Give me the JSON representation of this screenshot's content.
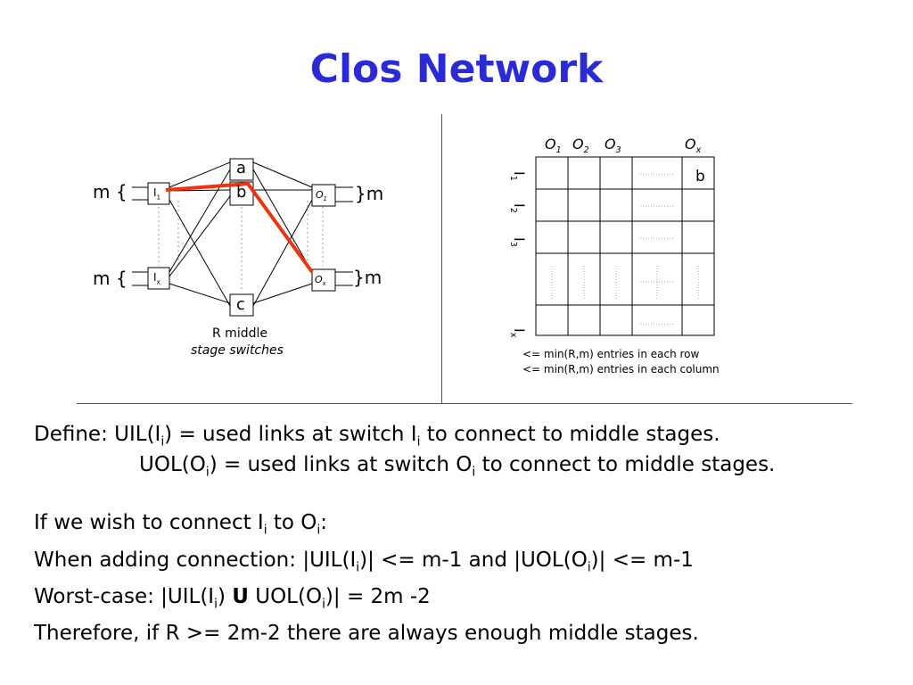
{
  "title": "Clos Network",
  "left_diagram": {
    "brace_m": "m {",
    "brace_m_right": "}m",
    "input_top": {
      "base": "I",
      "sub": "1"
    },
    "input_bottom": {
      "base": "I",
      "sub": "x"
    },
    "output_top": {
      "base": "O",
      "sub": "1"
    },
    "output_bottom": {
      "base": "O",
      "sub": "x"
    },
    "middle_a": "a",
    "middle_b": "b",
    "middle_c": "c",
    "caption_line1": "R middle",
    "caption_line2": "stage switches",
    "highlight_color": "#ee3311"
  },
  "right_diagram": {
    "col_headers": [
      {
        "base": "O",
        "sub": "1"
      },
      {
        "base": "O",
        "sub": "2"
      },
      {
        "base": "O",
        "sub": "3"
      },
      {
        "base": "O",
        "sub": "x"
      }
    ],
    "row_headers": [
      {
        "base": "I",
        "sub": "1"
      },
      {
        "base": "I",
        "sub": "2"
      },
      {
        "base": "I",
        "sub": "3"
      },
      {
        "base": "I",
        "sub": "x"
      }
    ],
    "cell_entry": "b",
    "note_row": "<= min(R,m) entries in each row",
    "note_col": "<= min(R,m) entries in each column"
  },
  "body": {
    "define_label": "Define:  UIL(I",
    "define_sub": "i",
    "define_rest": ") = used links at switch I",
    "define_sub2": "i",
    "define_end": " to connect to middle stages.",
    "uol_a": "UOL(O",
    "uol_sub": "i",
    "uol_b": ") = used links at switch O",
    "uol_sub2": "i",
    "uol_end": " to connect to middle stages.",
    "wish_a": "If we wish to connect I",
    "wish_sub": "i",
    "wish_b": " to O",
    "wish_sub2": "i",
    "wish_end": ":",
    "adding_a": "When adding connection: |UIL(I",
    "adding_sub": "i",
    "adding_b": ")| <= m-1 and |UOL(O",
    "adding_sub2": "i",
    "adding_end": ")|  <= m-1",
    "worst_a": "Worst-case: |UIL(I",
    "worst_sub": "i",
    "worst_b": ") ",
    "worst_union": "U",
    "worst_c": " UOL(O",
    "worst_sub2": "i",
    "worst_end": ")| = 2m -2",
    "therefore": "Therefore, if   R >= 2m-2 there are always enough middle stages."
  }
}
